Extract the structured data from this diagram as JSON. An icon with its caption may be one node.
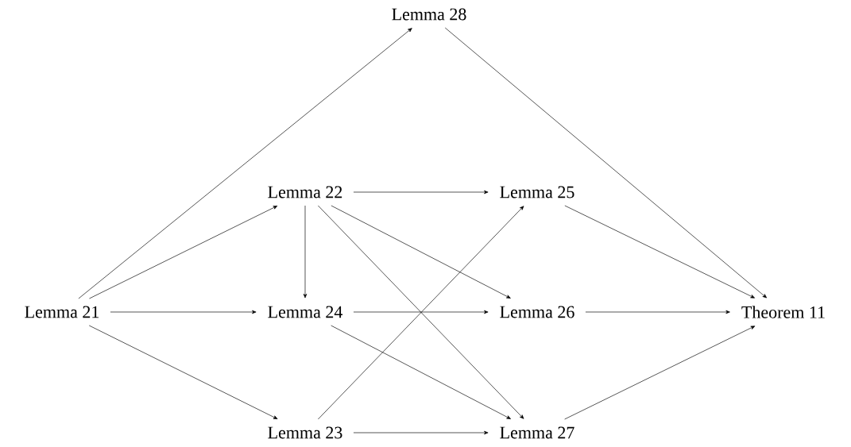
{
  "diagram": {
    "nodes": [
      {
        "text": [
          "Lemma 28"
        ]
      },
      {
        "text": [
          "Lemma 22"
        ]
      },
      {
        "text": [
          "Lemma 25"
        ]
      },
      {
        "text": [
          "Lemma 21"
        ]
      },
      {
        "text": [
          "Lemma 24"
        ]
      },
      {
        "text": [
          "Lemma 26"
        ]
      },
      {
        "text": [
          "Theorem 11"
        ]
      },
      {
        "text": [
          "Lemma 23"
        ]
      },
      {
        "text": [
          "Lemma 27"
        ]
      }
    ],
    "edges": [
      {
        "from": 3,
        "to": 0,
        "arrow": "to"
      },
      {
        "from": 0,
        "to": 6,
        "arrow": "to"
      },
      {
        "from": 3,
        "to": 1,
        "arrow": "to"
      },
      {
        "from": 3,
        "to": 4,
        "arrow": "to"
      },
      {
        "from": 3,
        "to": 7,
        "arrow": "to"
      },
      {
        "from": 1,
        "to": 2,
        "arrow": "to"
      },
      {
        "from": 1,
        "to": 4,
        "arrow": "to"
      },
      {
        "from": 1,
        "to": 5,
        "arrow": "to"
      },
      {
        "from": 1,
        "to": 8,
        "arrow": "to"
      },
      {
        "from": 2,
        "to": 6,
        "arrow": "to"
      },
      {
        "from": 4,
        "to": 5,
        "arrow": "to"
      },
      {
        "from": 4,
        "to": 8,
        "arrow": "to"
      },
      {
        "from": 7,
        "to": 2,
        "arrow": "to"
      },
      {
        "from": 7,
        "to": 8,
        "arrow": "to"
      },
      {
        "from": 5,
        "to": 6,
        "arrow": "to"
      },
      {
        "from": 8,
        "to": 6,
        "arrow": "to"
      }
    ]
  }
}
